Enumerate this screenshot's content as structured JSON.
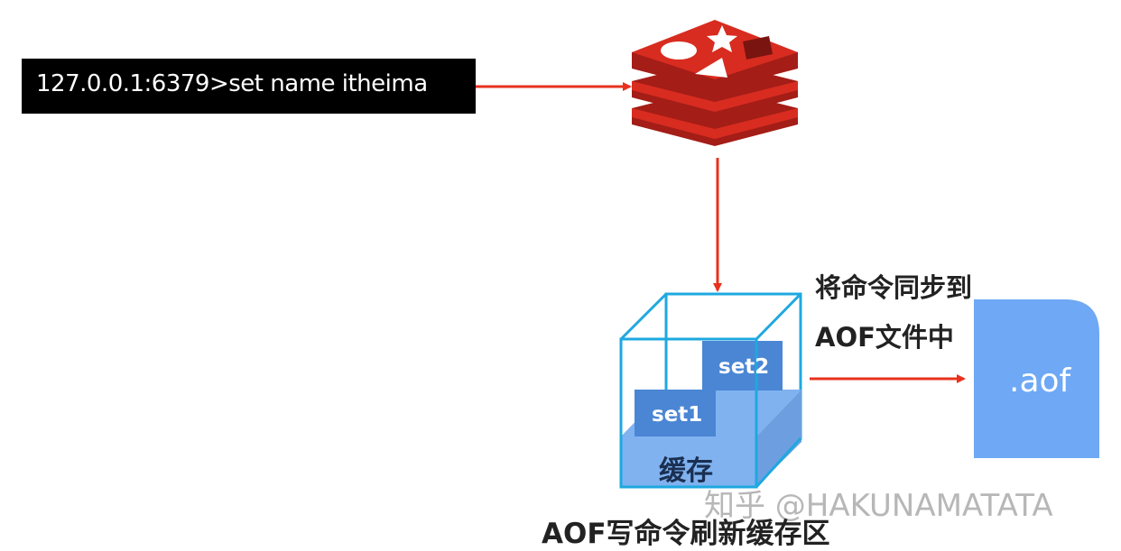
{
  "command": {
    "text": "127.0.0.1:6379>set name itheima"
  },
  "sync_label": {
    "line1": "将命令同步到",
    "line2": "AOF文件中"
  },
  "buffer": {
    "item1": "set1",
    "item2": "set2",
    "label": "缓存",
    "caption": "AOF写命令刷新缓存区"
  },
  "file": {
    "label": ".aof"
  },
  "watermark": {
    "text": "知乎 @HAKUNAMATATA"
  },
  "icons": {
    "server": "redis-logo-icon",
    "file": "file-icon"
  },
  "colors": {
    "arrow": "#e8321e",
    "redis_red": "#d82c20",
    "cube_edge": "#1ea8e0",
    "set_blue": "#4a86d4",
    "file_blue": "#6fa8f5"
  }
}
